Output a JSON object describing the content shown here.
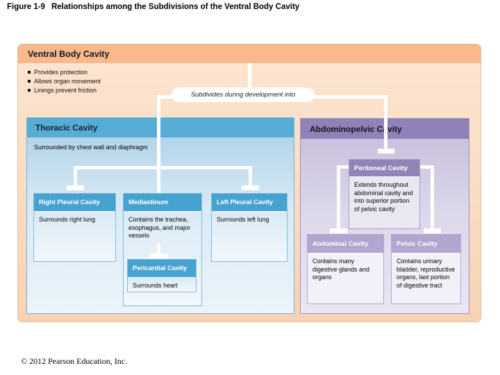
{
  "figure": {
    "label": "Figure 1-9",
    "title": "Relationships among the Subdivisions of the Ventral Body Cavity"
  },
  "colors": {
    "panel_header_orange": "#f8ba8d",
    "panel_body_peach": "#fadcc2",
    "thoracic_header_blue": "#57acd6",
    "sub_header_blue": "#46a3d0",
    "abdominopelvic_header_purple": "#8e82b6",
    "peritoneal_header_purple": "#9185b8",
    "sub_header_light_purple": "#b1a6cf",
    "connector_white": "#ffffff"
  },
  "ventral": {
    "title": "Ventral Body Cavity",
    "bullets": [
      "Provides protection",
      "Allows organ movement",
      "Linings prevent friction"
    ],
    "subdivides_label": "Subdivides during development into"
  },
  "thoracic": {
    "title": "Thoracic Cavity",
    "description": "Surrounded by chest wall and diaphragm",
    "children": {
      "right_pleural": {
        "title": "Right Pleural Cavity",
        "description": "Surrounds right lung"
      },
      "mediastinum": {
        "title": "Mediastinum",
        "description": "Contains the trachea, esophagus, and major vessels"
      },
      "left_pleural": {
        "title": "Left Pleural Cavity",
        "description": "Surrounds left lung"
      },
      "pericardial": {
        "title": "Pericardial Cavity",
        "description": "Surrounds heart"
      }
    }
  },
  "abdominopelvic": {
    "title": "Abdominopelvic Cavity",
    "children": {
      "peritoneal": {
        "title": "Peritoneal Cavity",
        "description": "Extends throughout abdominal cavity and into superior portion of pelvic cavity"
      },
      "abdominal": {
        "title": "Abdominal Cavity",
        "description": "Contains many digestive glands and organs"
      },
      "pelvic": {
        "title": "Pelvic Cavity",
        "description": "Contains urinary bladder, reproductive organs, last portion of digestive tract"
      }
    }
  },
  "footer": {
    "copyright": "© 2012 Pearson Education, Inc."
  }
}
